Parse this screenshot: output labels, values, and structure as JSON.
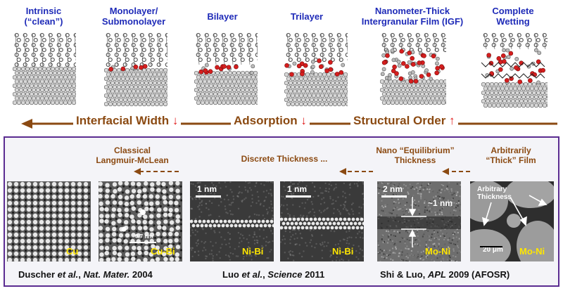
{
  "phases": [
    {
      "line1": "Intrinsic",
      "line2": "(“clean”)"
    },
    {
      "line1": "Monolayer/",
      "line2": "Submonolayer"
    },
    {
      "line1": "Bilayer",
      "line2": ""
    },
    {
      "line1": "Trilayer",
      "line2": ""
    },
    {
      "line1": "Nanometer-Thick",
      "line2": "Intergranular Film (IGF)"
    },
    {
      "line1": "Complete",
      "line2": "Wetting"
    }
  ],
  "trends": {
    "width": "Interfacial Width",
    "adsorption": "Adsorption",
    "order": "Structural Order",
    "down": "↓",
    "up": "↑"
  },
  "categories": {
    "classical_1": "Classical",
    "classical_2": "Langmuir-McLean",
    "discrete": "Discrete Thickness ...",
    "nano_1": "Nano “Equilibrium”",
    "nano_2": "Thickness",
    "arb_1": "Arbitrarily",
    "arb_2": "“Thick” Film"
  },
  "micrographs": {
    "cu": "Cu",
    "cubi": "Cu-Bi",
    "cubi_scale": "0.7 nm",
    "nibi1": "Ni-Bi",
    "nibi1_scale": "1 nm",
    "nibi2": "Ni-Bi",
    "nibi2_scale": "1 nm",
    "moni1": "Mo-Ni",
    "moni1_scale": "2 nm",
    "moni1_width": "~1 nm",
    "moni2": "Mo-Ni",
    "moni2_scale": "20 μm",
    "moni2_note_1": "Arbitrary",
    "moni2_note_2": "Thickness"
  },
  "citations": {
    "c1_a": "Duscher ",
    "c1_b": "et al.",
    "c1_c": ", ",
    "c1_d": "Nat. Mater.",
    "c1_e": " 2004",
    "c2_a": "Luo ",
    "c2_b": "et al.",
    "c2_c": ", ",
    "c2_d": "Science",
    "c2_e": " 2011",
    "c3_a": "Shi & Luo, ",
    "c3_b": "APL",
    "c3_c": " 2009 (AFOSR)"
  },
  "colors": {
    "title_blue": "#1f2bb8",
    "brown": "#8b4a12",
    "red": "#e11d1d",
    "panel_border": "#5b2c91",
    "label_yellow": "#ffe600"
  }
}
